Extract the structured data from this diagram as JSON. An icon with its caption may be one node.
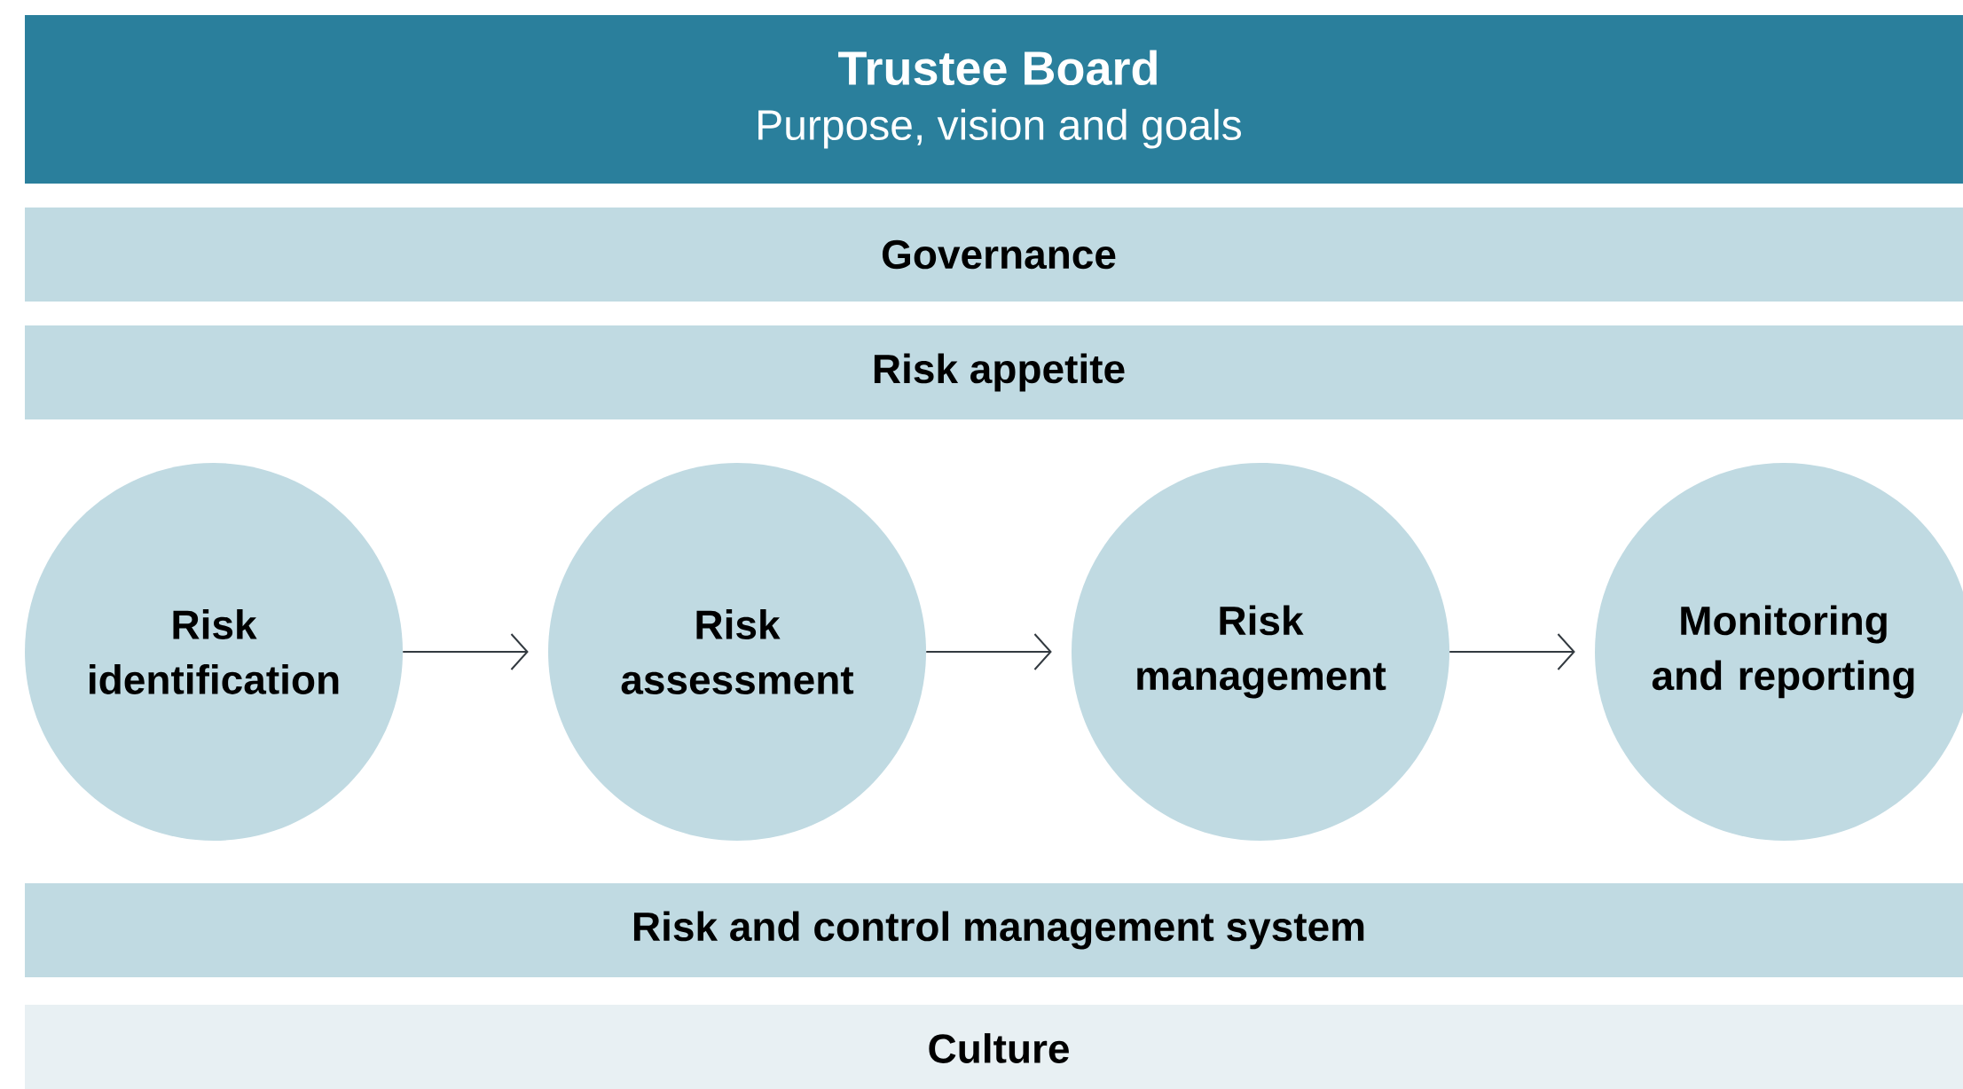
{
  "diagram": {
    "nodes": [
      {
        "text": [
          "Trustee Board",
          "Purpose, vision and goals"
        ]
      },
      {
        "text": [
          "Governance"
        ]
      },
      {
        "text": [
          "Risk appetite"
        ]
      },
      {
        "text": [
          "Risk identification"
        ]
      },
      {
        "text": [
          "Risk assessment"
        ]
      },
      {
        "text": [
          "Risk management"
        ]
      },
      {
        "text": [
          "Monitoring and reporting"
        ]
      },
      {
        "text": [
          "Risk and control management system"
        ]
      },
      {
        "text": [
          "Culture"
        ]
      }
    ],
    "edges": [
      {
        "from": 3,
        "to": 4,
        "arrow": "to"
      },
      {
        "from": 4,
        "to": 5,
        "arrow": "to"
      },
      {
        "from": 5,
        "to": 6,
        "arrow": "to"
      }
    ]
  }
}
